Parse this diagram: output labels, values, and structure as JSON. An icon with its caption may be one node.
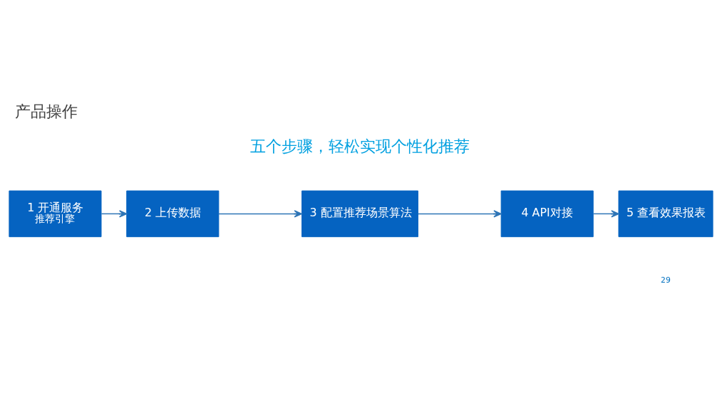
{
  "diagram": {
    "title": "产品操作",
    "nodes": [
      {
        "text": [
          "1 开通服务",
          "推荐引擎"
        ]
      },
      {
        "text": [
          "2 上传数据"
        ]
      },
      {
        "text": [
          "3 配置推荐场景算法"
        ]
      },
      {
        "text": [
          "4 API对接"
        ]
      },
      {
        "text": [
          "5 查看效果报表"
        ]
      }
    ],
    "edges": [
      {
        "from": 0,
        "to": 1,
        "arrow": "to"
      },
      {
        "from": 1,
        "to": 2,
        "arrow": "to"
      },
      {
        "from": 2,
        "to": 3,
        "arrow": "to"
      },
      {
        "from": 3,
        "to": 4,
        "arrow": "to"
      }
    ],
    "labels": [
      "五个步骤，轻松实现个性化推荐",
      "29"
    ]
  }
}
